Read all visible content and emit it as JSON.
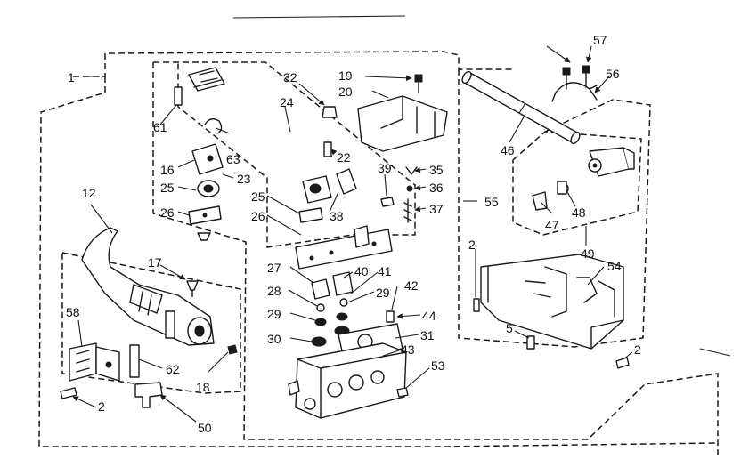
{
  "diagram": {
    "labels": [
      "1",
      "2",
      "2",
      "2",
      "5",
      "12",
      "16",
      "17",
      "18",
      "19",
      "20",
      "22",
      "23",
      "24",
      "25",
      "25",
      "26",
      "26",
      "27",
      "28",
      "29",
      "29",
      "30",
      "31",
      "32",
      "35",
      "36",
      "37",
      "38",
      "39",
      "40",
      "41",
      "42",
      "43",
      "44",
      "46",
      "47",
      "48",
      "49",
      "50",
      "53",
      "54",
      "55",
      "56",
      "57",
      "58",
      "61",
      "62",
      "63"
    ]
  }
}
